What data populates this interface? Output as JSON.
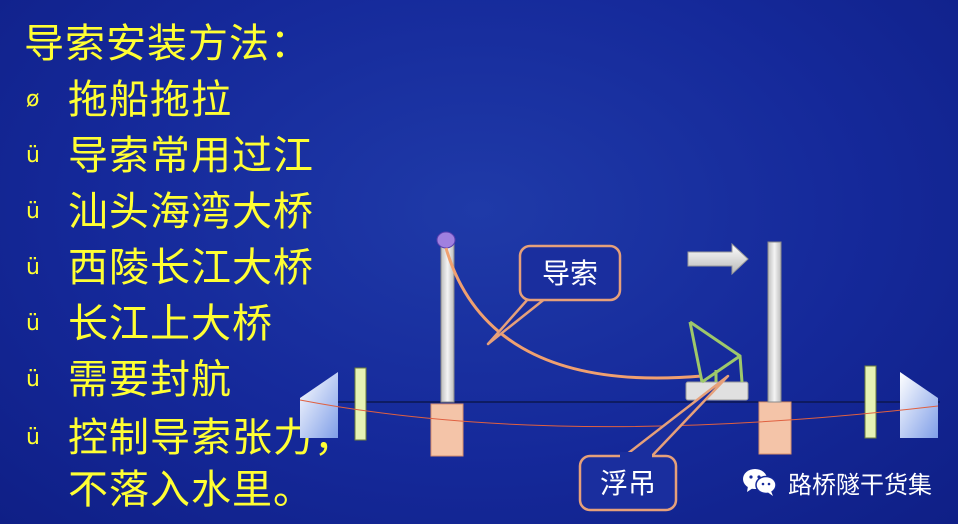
{
  "title": "导索安装方法：",
  "items": [
    {
      "bullet": "ø",
      "text": "拖船拖拉"
    },
    {
      "bullet": "ü",
      "text": "导索常用过江"
    },
    {
      "bullet": "ü",
      "text": "汕头海湾大桥"
    },
    {
      "bullet": "ü",
      "text": "西陵长江大桥"
    },
    {
      "bullet": "ü",
      "text": "长江上大桥"
    },
    {
      "bullet": "ü",
      "text": "需要封航"
    },
    {
      "bullet": "ü",
      "text": "控制导索张力，",
      "text2": "不落入水里。"
    }
  ],
  "diagram": {
    "label_guide_cable": "导索",
    "label_floating_crane": "浮吊"
  },
  "watermark": "路桥隧干货集",
  "colors": {
    "text": "#ffff33",
    "background": "#15299a",
    "callout_border": "#e6a07a",
    "cable": "#f0a070",
    "crane": "#9ec86a",
    "pier": "#f4c4a8",
    "tower": "#dcdcdc",
    "marker": "#a080e0"
  }
}
